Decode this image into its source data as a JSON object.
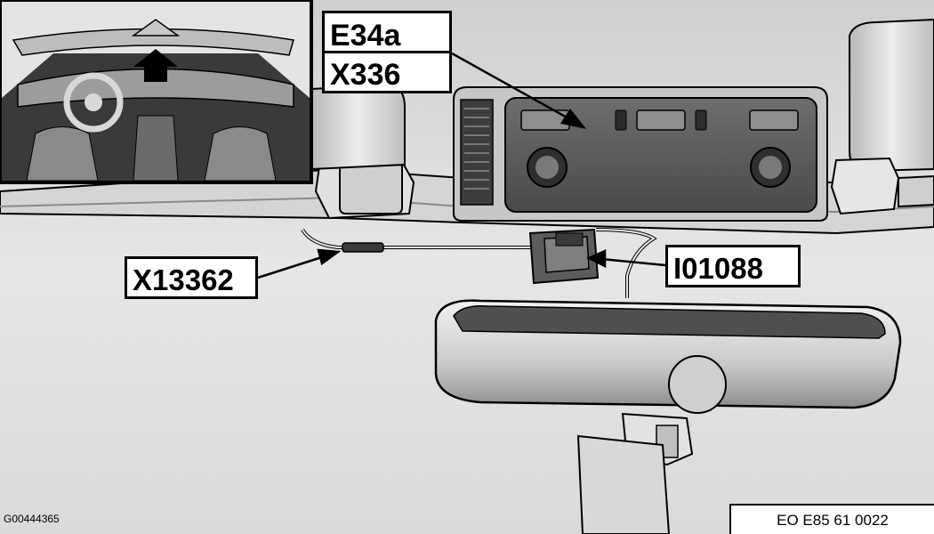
{
  "labels": {
    "e34a": "E34a",
    "x336": "X336",
    "x13362": "X13362",
    "i01088": "I01088"
  },
  "footer": {
    "image_id": "G00444365",
    "ref_code": "EO E85 61 0022"
  },
  "colors": {
    "background": "#dcdcdc",
    "outline": "#000000",
    "label_fill": "#ffffff"
  }
}
